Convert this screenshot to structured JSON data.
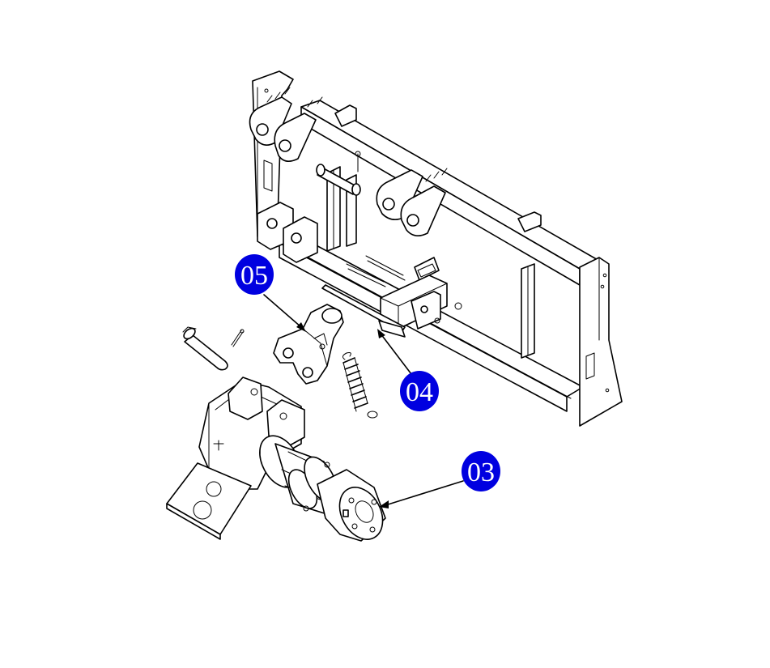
{
  "callouts": {
    "c03": {
      "label": "03"
    },
    "c04": {
      "label": "04"
    },
    "c05": {
      "label": "05"
    }
  },
  "colors": {
    "callout_fill": "#0000e0",
    "line": "#000000",
    "background": "#ffffff"
  }
}
